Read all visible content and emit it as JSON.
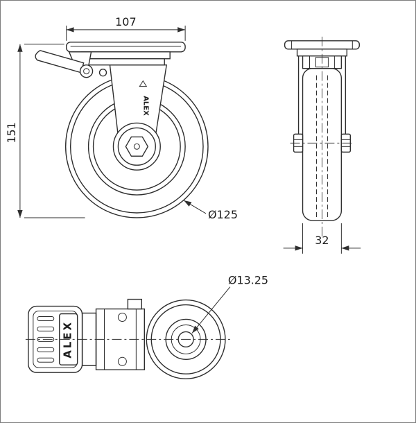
{
  "drawing": {
    "brand": "ALEX",
    "dimensions": {
      "plate_width": "107",
      "overall_height": "151",
      "wheel_diameter": "Ø125",
      "wheel_width": "32",
      "bolt_hole_diameter": "Ø13.25"
    },
    "colors": {
      "line": "#2e2e2e",
      "background": "#ffffff",
      "border": "#7d7d7d"
    }
  }
}
